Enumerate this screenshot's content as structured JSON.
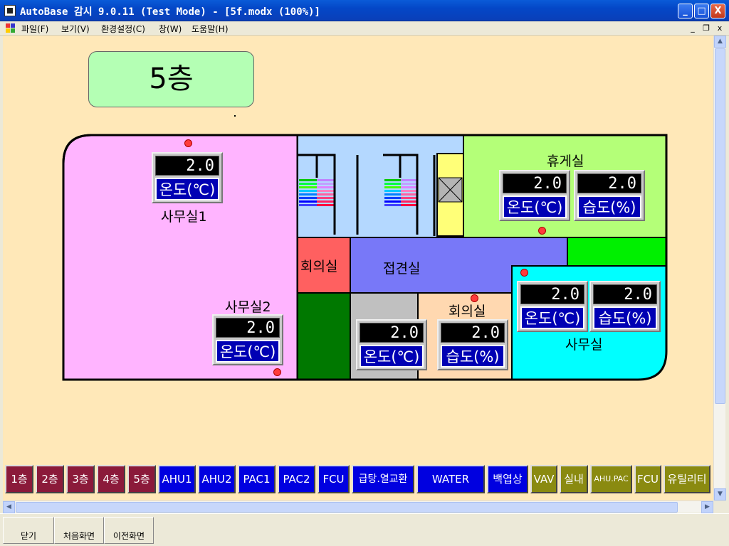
{
  "window": {
    "title": "AutoBase 감시 9.0.11 (Test Mode) - [5f.modx (100%)]",
    "minimize": "_",
    "maximize": "□",
    "close": "X"
  },
  "menu": {
    "items": [
      "파일(F)",
      "보기(V)",
      "환경설정(C)",
      "창(W)",
      "도움말(H)"
    ],
    "mdi_minimize": "_",
    "mdi_restore": "❐",
    "mdi_close": "x"
  },
  "floor_title": "5층",
  "rooms": {
    "office1": "사무실1",
    "office2": "사무실2",
    "lounge": "휴게실",
    "meeting1": "회의실",
    "reception": "접견실",
    "meeting2": "회의실",
    "office3": "사무실"
  },
  "gauges": {
    "office1_temp": {
      "value": "2.0",
      "label": "온도(℃)"
    },
    "office2_temp": {
      "value": "2.0",
      "label": "온도(℃)"
    },
    "lounge_temp": {
      "value": "2.0",
      "label": "온도(℃)"
    },
    "lounge_hum": {
      "value": "2.0",
      "label": "습도(%)"
    },
    "meeting_temp": {
      "value": "2.0",
      "label": "온도(℃)"
    },
    "meeting_hum": {
      "value": "2.0",
      "label": "습도(%)"
    },
    "office3_temp": {
      "value": "2.0",
      "label": "온도(℃)"
    },
    "office3_hum": {
      "value": "2.0",
      "label": "습도(%)"
    }
  },
  "nav": {
    "floors": [
      "1층",
      "2층",
      "3층",
      "4층",
      "5층"
    ],
    "systems": [
      "AHU1",
      "AHU2",
      "PAC1",
      "PAC2",
      "FCU",
      "급탕.열교환",
      "WATER",
      "백엽상"
    ],
    "extras": [
      "VAV",
      "실내",
      "AHU.PAC",
      "FCU",
      "유틸리티"
    ]
  },
  "colors": {
    "canvas_bg": "#ffe8b8",
    "office1": "#ffb4ff",
    "core": "#b4d8ff",
    "lounge": "#b4ff78",
    "meeting1": "#ff6060",
    "reception": "#7878f8",
    "office3": "#00ffff",
    "meeting2": "#ffd8b0",
    "dark_green": "#007800",
    "bright_green": "#00f000",
    "gray": "#c0c0c0",
    "yellow": "#ffff78"
  },
  "status": {
    "close_btn": "닫기",
    "home_btn": "처음화면",
    "back_btn": "이전화면"
  }
}
